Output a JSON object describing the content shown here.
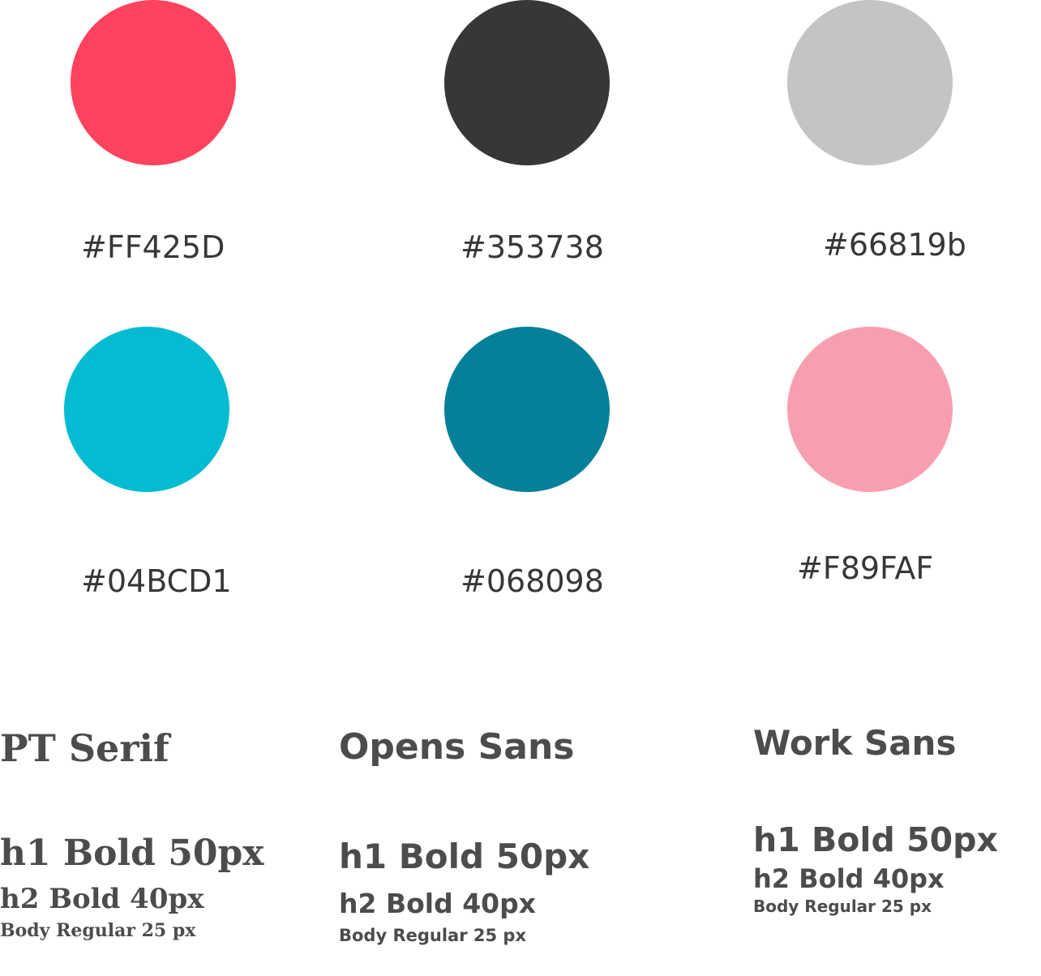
{
  "palette": [
    {
      "hex": "#FF425D",
      "label": "#FF425D"
    },
    {
      "hex": "#353738",
      "label": "#353738"
    },
    {
      "hex": "#C4C4C4",
      "label": "#66819b"
    },
    {
      "hex": "#04BCD1",
      "label": "#04BCD1"
    },
    {
      "hex": "#068098",
      "label": "#068098"
    },
    {
      "hex": "#F89FAF",
      "label": "#F89FAF"
    }
  ],
  "typography": [
    {
      "family": "PT Serif",
      "h1": "h1 Bold 50px",
      "h2": "h2 Bold 40px",
      "body": "Body Regular 25 px"
    },
    {
      "family": "Opens Sans",
      "h1": "h1 Bold 50px",
      "h2": "h2 Bold 40px",
      "body": "Body Regular 25 px"
    },
    {
      "family": "Work Sans",
      "h1": "h1 Bold 50px",
      "h2": "h2 Bold 40px",
      "body": "Body Regular 25 px"
    }
  ],
  "text_color": "#4D4B4B"
}
